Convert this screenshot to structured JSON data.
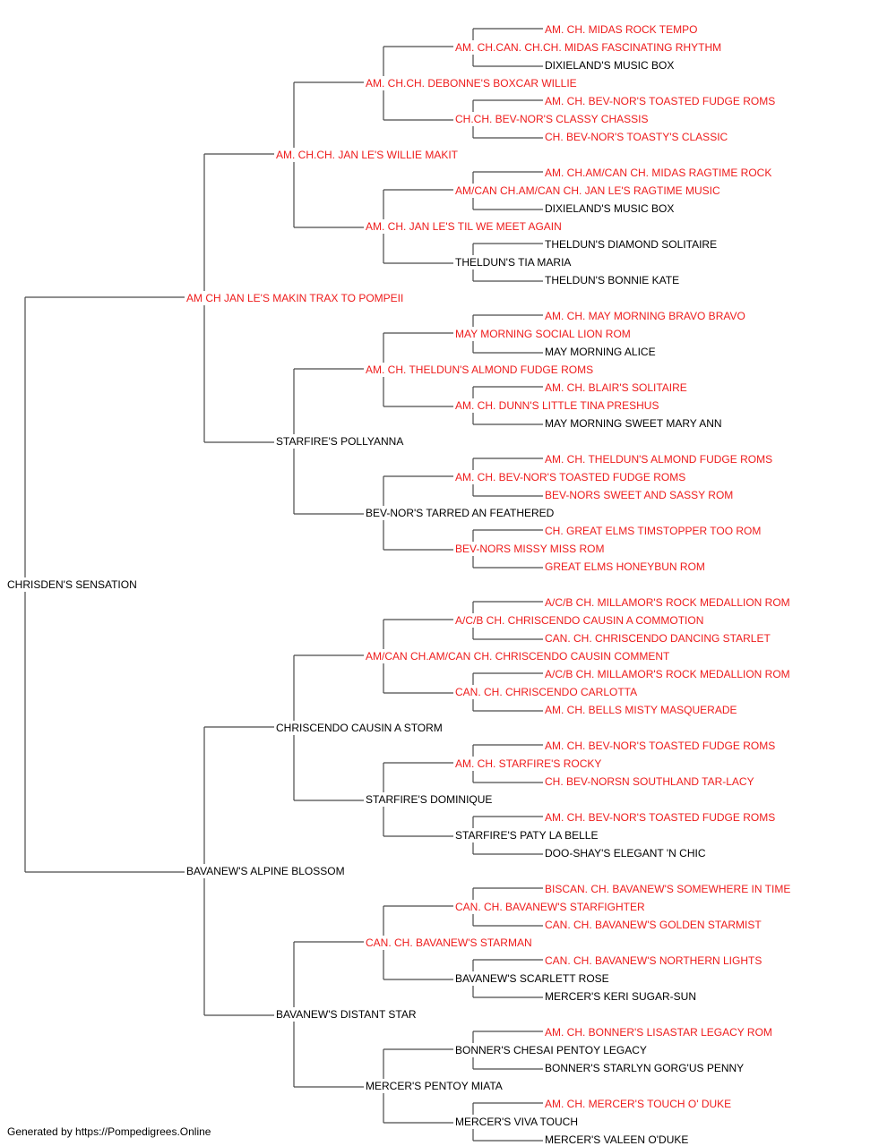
{
  "colors": {
    "champion": "#ee1c1c",
    "normal": "#000000",
    "line": "#4a4a4a"
  },
  "pedigree": {
    "name": "CHRISDEN'S SENSATION",
    "champion": false,
    "sire": {
      "name": "AM CH JAN LE'S MAKIN TRAX TO POMPEII",
      "champion": true,
      "sire": {
        "name": "AM. CH.CH. JAN LE'S WILLIE MAKIT",
        "champion": true,
        "sire": {
          "name": "AM. CH.CH. DEBONNE'S BOXCAR WILLIE",
          "champion": true,
          "sire": {
            "name": "AM. CH.CAN. CH.CH. MIDAS FASCINATING RHYTHM",
            "champion": true,
            "sire": {
              "name": "AM. CH. MIDAS ROCK TEMPO",
              "champion": true
            },
            "dam": {
              "name": "DIXIELAND'S MUSIC BOX",
              "champion": false
            }
          },
          "dam": {
            "name": "CH.CH. BEV-NOR'S CLASSY CHASSIS",
            "champion": true,
            "sire": {
              "name": "AM. CH. BEV-NOR'S TOASTED FUDGE ROMS",
              "champion": true
            },
            "dam": {
              "name": "CH. BEV-NOR'S TOASTY'S CLASSIC",
              "champion": true
            }
          }
        },
        "dam": {
          "name": "AM. CH. JAN LE'S TIL WE MEET AGAIN",
          "champion": true,
          "sire": {
            "name": "AM/CAN CH.AM/CAN CH. JAN LE'S RAGTIME MUSIC",
            "champion": true,
            "sire": {
              "name": "AM. CH.AM/CAN CH. MIDAS RAGTIME ROCK",
              "champion": true
            },
            "dam": {
              "name": "DIXIELAND'S MUSIC BOX",
              "champion": false
            }
          },
          "dam": {
            "name": "THELDUN'S TIA MARIA",
            "champion": false,
            "sire": {
              "name": "THELDUN'S DIAMOND SOLITAIRE",
              "champion": false
            },
            "dam": {
              "name": "THELDUN'S BONNIE KATE",
              "champion": false
            }
          }
        }
      },
      "dam": {
        "name": "STARFIRE'S POLLYANNA",
        "champion": false,
        "sire": {
          "name": "AM. CH. THELDUN'S ALMOND FUDGE ROMS",
          "champion": true,
          "sire": {
            "name": "MAY MORNING SOCIAL LION ROM",
            "champion": true,
            "sire": {
              "name": "AM. CH. MAY MORNING BRAVO BRAVO",
              "champion": true
            },
            "dam": {
              "name": "MAY MORNING ALICE",
              "champion": false
            }
          },
          "dam": {
            "name": "AM. CH. DUNN'S LITTLE TINA PRESHUS",
            "champion": true,
            "sire": {
              "name": "AM. CH. BLAIR'S SOLITAIRE",
              "champion": true
            },
            "dam": {
              "name": "MAY MORNING SWEET MARY ANN",
              "champion": false
            }
          }
        },
        "dam": {
          "name": "BEV-NOR'S TARRED AN FEATHERED",
          "champion": false,
          "sire": {
            "name": "AM. CH. BEV-NOR'S TOASTED FUDGE ROMS",
            "champion": true,
            "sire": {
              "name": "AM. CH. THELDUN'S ALMOND FUDGE ROMS",
              "champion": true
            },
            "dam": {
              "name": "BEV-NORS SWEET AND SASSY ROM",
              "champion": true
            }
          },
          "dam": {
            "name": "BEV-NORS MISSY MISS ROM",
            "champion": true,
            "sire": {
              "name": "CH. GREAT ELMS TIMSTOPPER TOO ROM",
              "champion": true
            },
            "dam": {
              "name": "GREAT ELMS HONEYBUN ROM",
              "champion": true
            }
          }
        }
      }
    },
    "dam": {
      "name": "BAVANEW'S ALPINE BLOSSOM",
      "champion": false,
      "sire": {
        "name": "CHRISCENDO CAUSIN A STORM",
        "champion": false,
        "sire": {
          "name": "AM/CAN CH.AM/CAN CH. CHRISCENDO CAUSIN COMMENT",
          "champion": true,
          "sire": {
            "name": "A/C/B CH. CHRISCENDO CAUSIN A COMMOTION",
            "champion": true,
            "sire": {
              "name": "A/C/B CH. MILLAMOR'S ROCK MEDALLION ROM",
              "champion": true
            },
            "dam": {
              "name": "CAN. CH. CHRISCENDO DANCING STARLET",
              "champion": true
            }
          },
          "dam": {
            "name": "CAN. CH. CHRISCENDO CARLOTTA",
            "champion": true,
            "sire": {
              "name": "A/C/B CH. MILLAMOR'S ROCK MEDALLION ROM",
              "champion": true
            },
            "dam": {
              "name": "AM. CH. BELLS MISTY MASQUERADE",
              "champion": true
            }
          }
        },
        "dam": {
          "name": "STARFIRE'S DOMINIQUE",
          "champion": false,
          "sire": {
            "name": "AM. CH. STARFIRE'S ROCKY",
            "champion": true,
            "sire": {
              "name": "AM. CH. BEV-NOR'S TOASTED FUDGE ROMS",
              "champion": true
            },
            "dam": {
              "name": "CH. BEV-NORSN SOUTHLAND TAR-LACY",
              "champion": true
            }
          },
          "dam": {
            "name": "STARFIRE'S PATY LA BELLE",
            "champion": false,
            "sire": {
              "name": "AM. CH. BEV-NOR'S TOASTED FUDGE ROMS",
              "champion": true
            },
            "dam": {
              "name": "DOO-SHAY'S ELEGANT 'N CHIC",
              "champion": false
            }
          }
        }
      },
      "dam": {
        "name": "BAVANEW'S DISTANT STAR",
        "champion": false,
        "sire": {
          "name": "CAN. CH. BAVANEW'S STARMAN",
          "champion": true,
          "sire": {
            "name": "CAN. CH. BAVANEW'S STARFIGHTER",
            "champion": true,
            "sire": {
              "name": "BISCAN. CH. BAVANEW'S SOMEWHERE IN TIME",
              "champion": true
            },
            "dam": {
              "name": "CAN. CH. BAVANEW'S GOLDEN STARMIST",
              "champion": true
            }
          },
          "dam": {
            "name": "BAVANEW'S SCARLETT ROSE",
            "champion": false,
            "sire": {
              "name": "CAN. CH. BAVANEW'S NORTHERN LIGHTS",
              "champion": true
            },
            "dam": {
              "name": "MERCER'S KERI SUGAR-SUN",
              "champion": false
            }
          }
        },
        "dam": {
          "name": "MERCER'S PENTOY MIATA",
          "champion": false,
          "sire": {
            "name": "BONNER'S CHESAI PENTOY LEGACY",
            "champion": false,
            "sire": {
              "name": "AM. CH. BONNER'S LISASTAR LEGACY ROM",
              "champion": true
            },
            "dam": {
              "name": "BONNER'S STARLYN GORG'US PENNY",
              "champion": false
            }
          },
          "dam": {
            "name": "MERCER'S VIVA TOUCH",
            "champion": false,
            "sire": {
              "name": "AM. CH. MERCER'S TOUCH O' DUKE",
              "champion": true
            },
            "dam": {
              "name": "MERCER'S VALEEN O'DUKE",
              "champion": false
            }
          }
        }
      }
    }
  },
  "footer": "Generated by https://Pompedigrees.Online"
}
